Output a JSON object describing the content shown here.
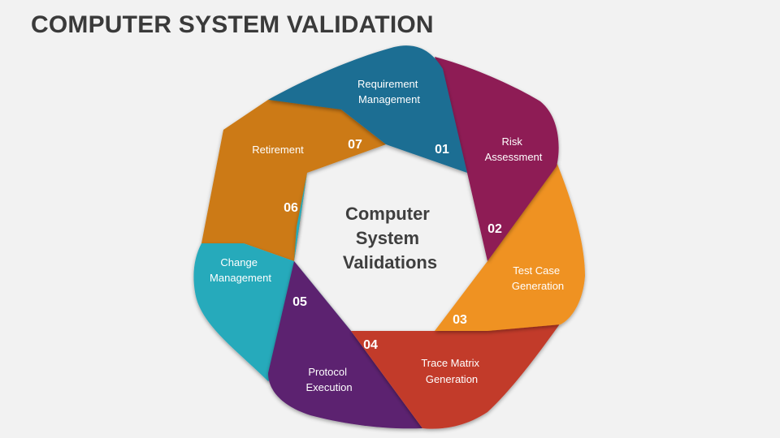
{
  "title": "COMPUTER SYSTEM VALIDATION",
  "center": {
    "lines": [
      "Computer",
      "System",
      "Validations"
    ]
  },
  "segments": [
    {
      "number": "01",
      "label_lines": [
        "Requirement",
        "Management"
      ],
      "color": "#1e6e93"
    },
    {
      "number": "02",
      "label_lines": [
        "Risk",
        "Assessment"
      ],
      "color": "#8e1b55"
    },
    {
      "number": "03",
      "label_lines": [
        "Test Case",
        "Generation"
      ],
      "color": "#ef9220"
    },
    {
      "number": "04",
      "label_lines": [
        "Trace Matrix",
        "Generation"
      ],
      "color": "#c23a2b"
    },
    {
      "number": "05",
      "label_lines": [
        "Protocol",
        "Execution"
      ],
      "color": "#5b2170"
    },
    {
      "number": "06",
      "label_lines": [
        "Change",
        "Management"
      ],
      "color": "#27aabb"
    },
    {
      "number": "07",
      "label_lines": [
        "Retirement"
      ],
      "color": "#cc7a12"
    }
  ]
}
